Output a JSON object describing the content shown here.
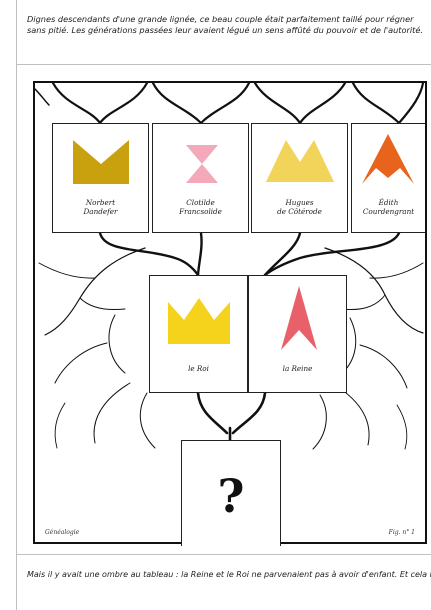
{
  "intro_text": "Dignes descendants d'une grande lignée, ce beau couple était parfaitement taillé pour régner sans pitié. Les générations passées leur avaient légué un sens affûté du pouvoir et de l'autorité.",
  "grandparents": [
    {
      "name": "Norbert\nDandefer",
      "icon": "crown-icon",
      "color": "#c9a10e"
    },
    {
      "name": "Clotilde\nFrancsolide",
      "icon": "hourglass-icon",
      "color": "#f3a9b9"
    },
    {
      "name": "Hugues\nde Côtérode",
      "icon": "double-peak-icon",
      "color": "#f2d45a"
    },
    {
      "name": "Édith\nCourdengrant",
      "icon": "arrow-peak-icon",
      "color": "#e8631c"
    }
  ],
  "parents": [
    {
      "name": "le Roi",
      "icon": "crown-icon",
      "color": "#f5d21c"
    },
    {
      "name": "la Reine",
      "icon": "arrow-peak-icon",
      "color": "#e8606a"
    }
  ],
  "child": {
    "symbol": "?"
  },
  "plate_label": "Généalogie",
  "figure_label": "Fig. n° 1",
  "outro_text": "Mais il y avait une ombre au tableau : la Reine et le Roi ne parvenaient pas à avoir d'enfant. Et cela les plongeait dans une profonde terreur !",
  "colors": {
    "frame": "#111111",
    "branch": "#111111",
    "paper": "#ffffff"
  }
}
